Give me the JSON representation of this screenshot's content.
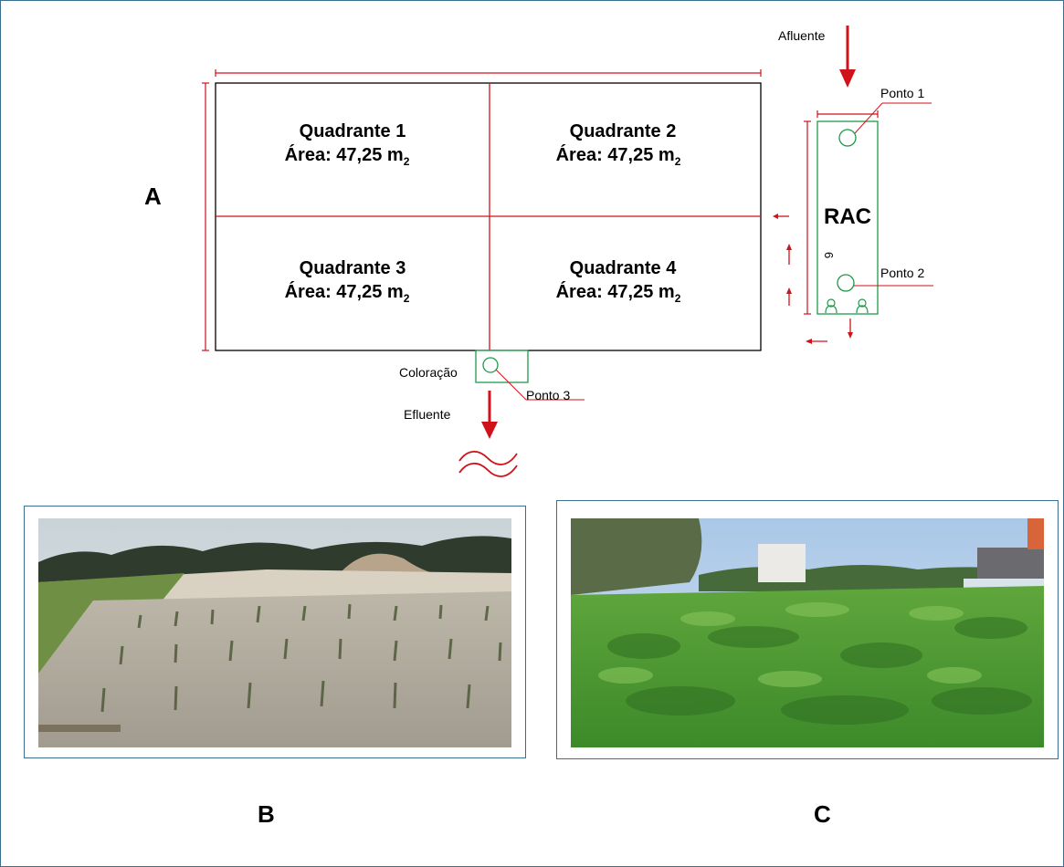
{
  "panel_labels": {
    "a": "A",
    "b": "B",
    "c": "C"
  },
  "quadrants": [
    {
      "name": "Quadrante 1",
      "area_prefix": "Área: 47,25 m",
      "area_sub": "2"
    },
    {
      "name": "Quadrante 2",
      "area_prefix": "Área: 47,25 m",
      "area_sub": "2"
    },
    {
      "name": "Quadrante 3",
      "area_prefix": "Área: 47,25 m",
      "area_sub": "2"
    },
    {
      "name": "Quadrante 4",
      "area_prefix": "Área: 47,25 m",
      "area_sub": "2"
    }
  ],
  "rac_label": "RAC",
  "rac_dimension": "6",
  "flow": {
    "afluente": "Afluente",
    "efluente": "Efluente"
  },
  "coloracao": "Coloração",
  "points": {
    "p1": "Ponto 1",
    "p2": "Ponto 2",
    "p3": "Ponto 3"
  },
  "colors": {
    "line_red": "#d0121b",
    "box_green": "#1e9a48",
    "frame_blue": "#3c6e8f"
  }
}
